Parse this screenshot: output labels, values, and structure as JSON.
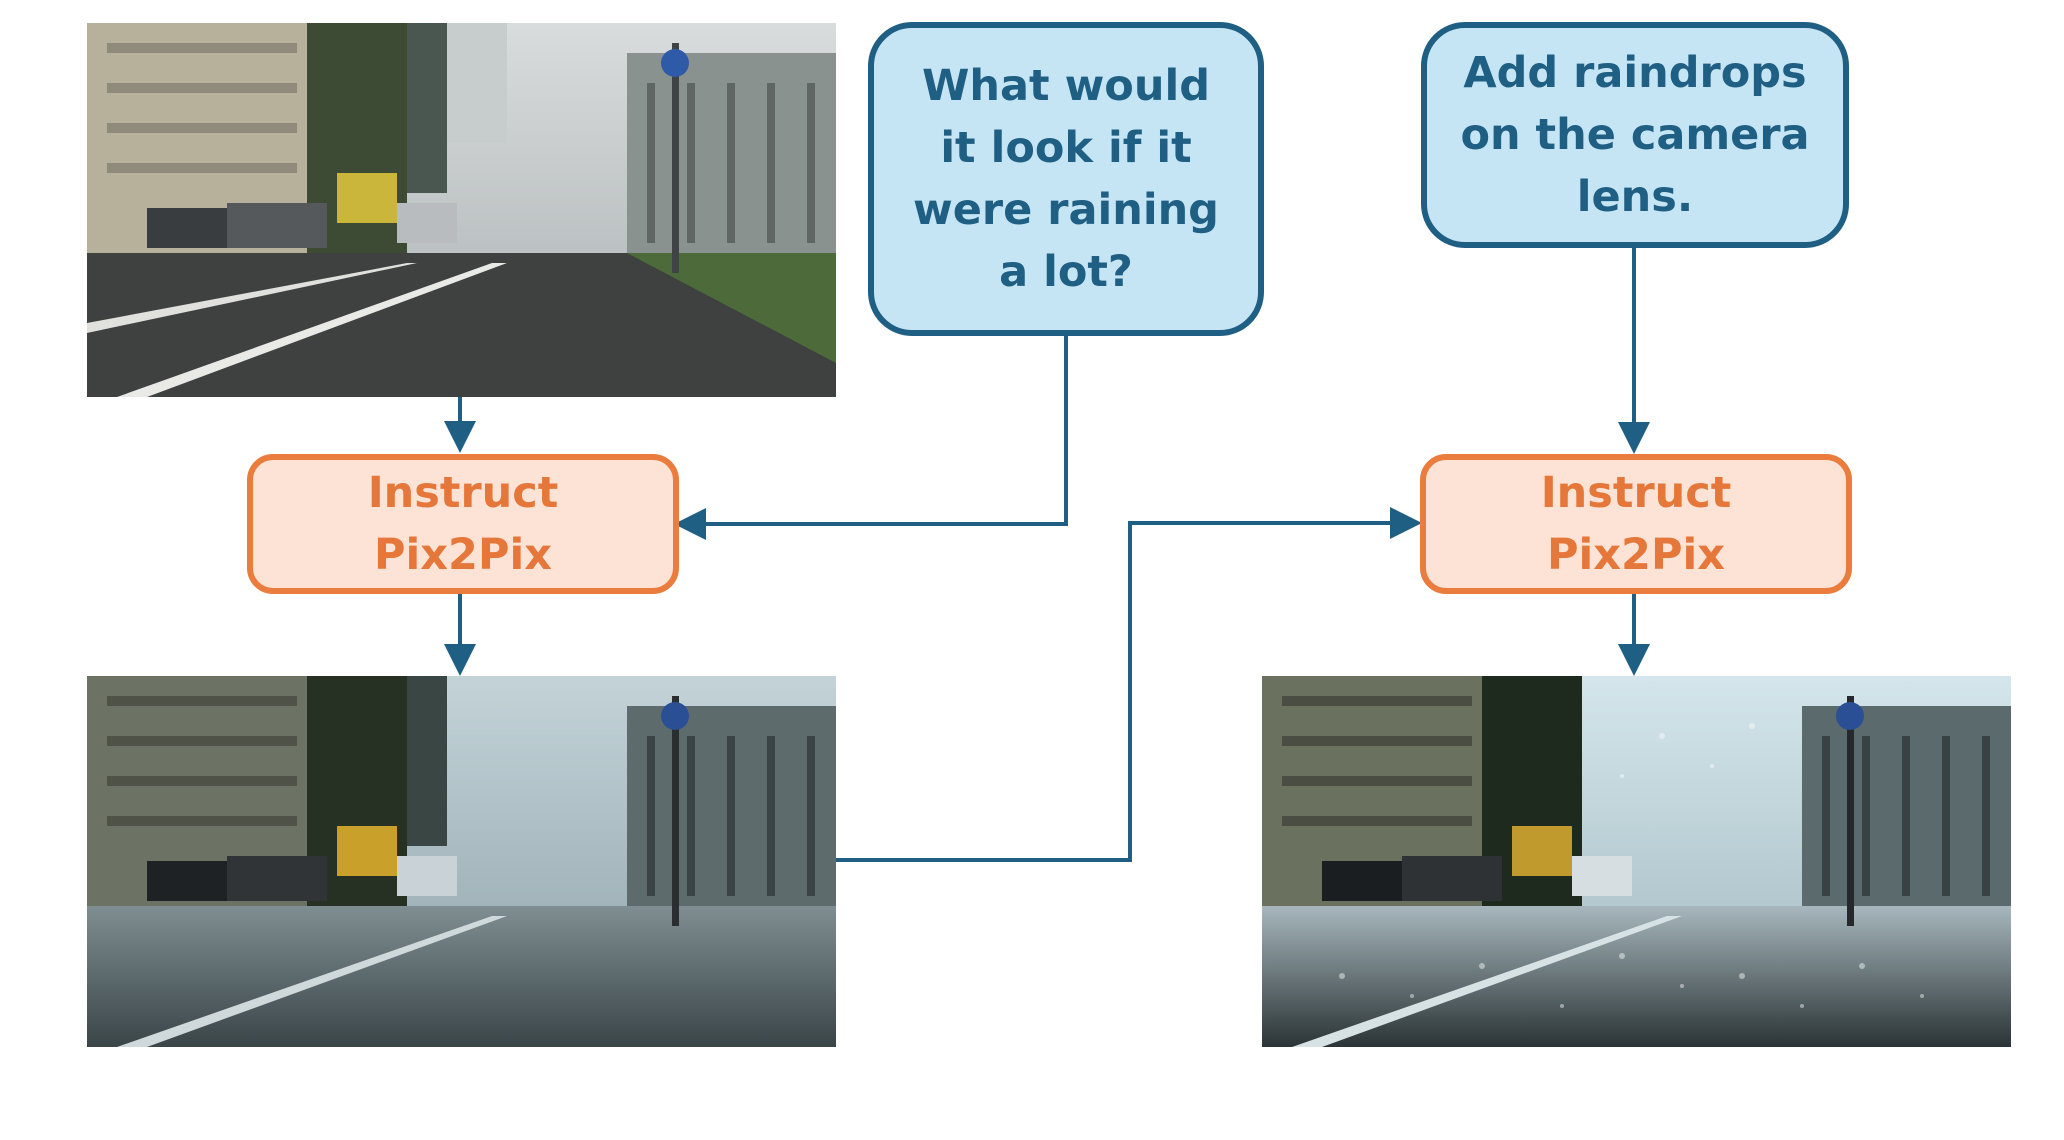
{
  "prompts": {
    "rain": "What would\nit look if it\nwere raining\na lot?",
    "raindrops": "Add raindrops\non the camera\nlens."
  },
  "models": {
    "first": "Instruct\nPix2Pix",
    "second": "Instruct\nPix2Pix"
  },
  "images": {
    "input": "original-street-scene-image",
    "rainy": "rainy-street-scene-image",
    "raindrops": "raindrops-on-lens-street-scene-image"
  },
  "colors": {
    "prompt_fill": "#c6e5f4",
    "prompt_stroke": "#1f5f83",
    "model_fill": "#fce3d5",
    "model_stroke": "#ea7c3d",
    "model_text": "#e6773a",
    "arrow": "#1f5f83"
  }
}
